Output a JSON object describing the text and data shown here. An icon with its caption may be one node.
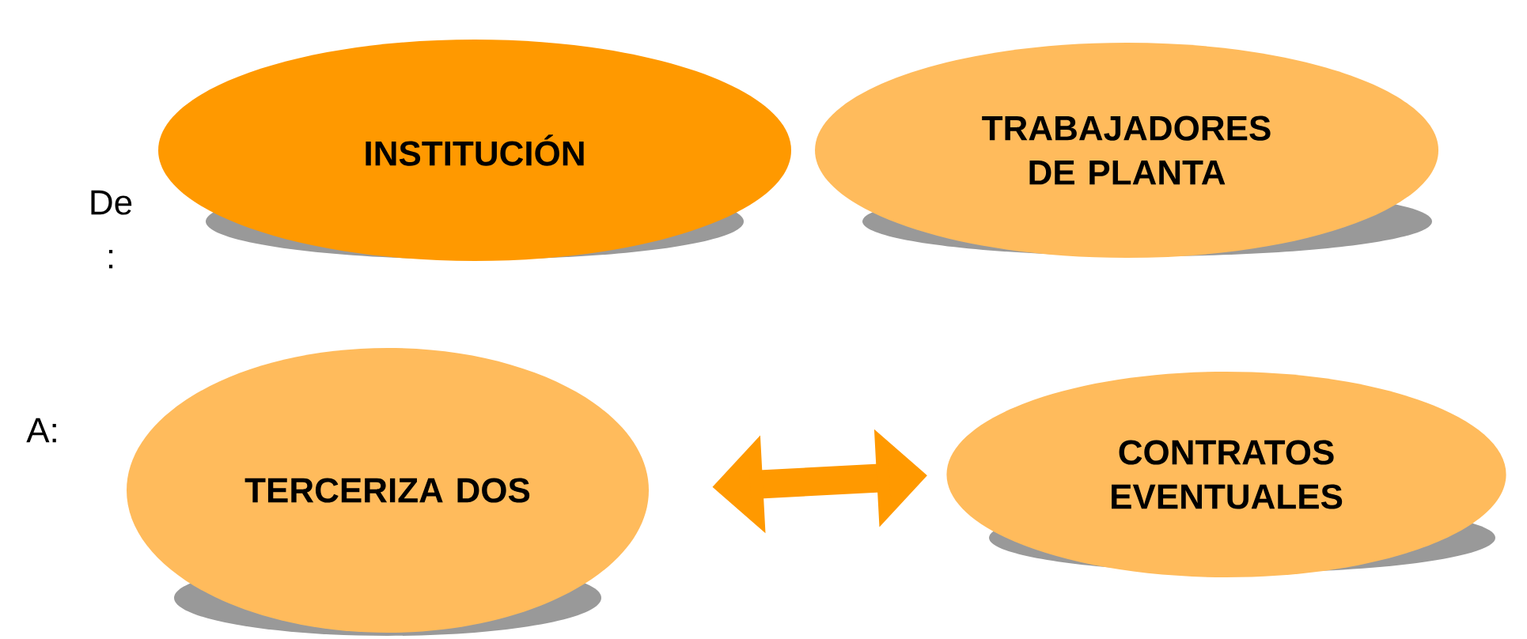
{
  "diagram": {
    "nodes": [
      {
        "text": [
          "INSTITUCIÓN"
        ]
      },
      {
        "text": [
          "TRABAJADORES DE PLANTA"
        ]
      },
      {
        "text": [
          "TERCERIZA DOS"
        ]
      },
      {
        "text": [
          "CONTRATOS EVENTUALES"
        ]
      }
    ],
    "edges": [
      {
        "from": 2,
        "to": 3,
        "arrow": "both"
      }
    ],
    "labels": [
      "De :",
      "A:"
    ]
  }
}
